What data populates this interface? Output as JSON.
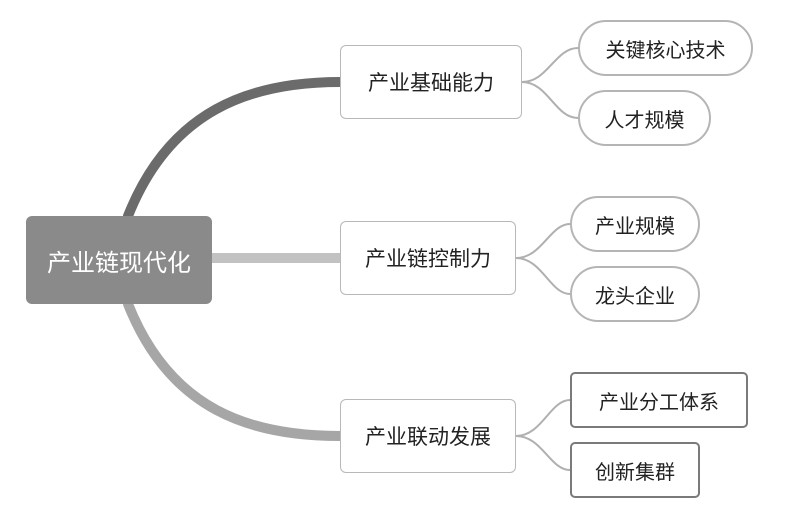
{
  "root": {
    "label": "产业链现代化"
  },
  "branches": [
    {
      "label": "产业基础能力",
      "children": [
        {
          "label": "关键核心技术"
        },
        {
          "label": "人才规模"
        }
      ]
    },
    {
      "label": "产业链控制力",
      "children": [
        {
          "label": "产业规模"
        },
        {
          "label": "龙头企业"
        }
      ]
    },
    {
      "label": "产业联动发展",
      "children": [
        {
          "label": "产业分工体系"
        },
        {
          "label": "创新集群"
        }
      ]
    }
  ],
  "colors": {
    "root_fill": "#8a8a8a",
    "branch_line_1": "#6b6b6b",
    "branch_line_2": "#c2c2c2",
    "branch_line_3": "#a6a6a6",
    "connector": "#b0b0b0"
  }
}
